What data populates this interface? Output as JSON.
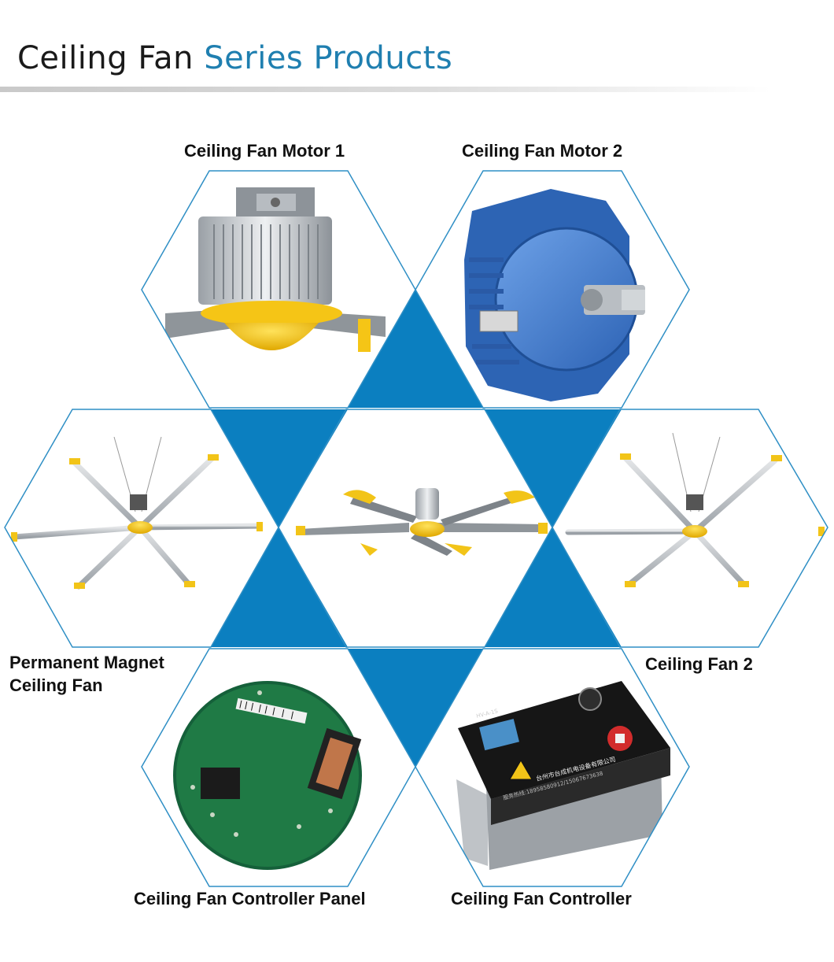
{
  "header": {
    "title_part1": "Ceiling Fan",
    "title_part2": "Series Products",
    "accent_color": "#1f7fb0"
  },
  "colors": {
    "hexagon_outline": "#2f8fc5",
    "triangle_fill": "#0b7fc0",
    "fan_blade_tip": "#f2c418",
    "motor_blue": "#3d7ccc",
    "pcb_green": "#1f7a45"
  },
  "products": [
    {
      "label": "Ceiling Fan Motor 1",
      "icon": "silver-motor-image"
    },
    {
      "label": "Ceiling Fan Motor 2",
      "icon": "blue-motor-image"
    },
    {
      "label": "Permanent Magnet\nCeiling Fan",
      "label_line1": "Permanent Magnet",
      "label_line2": "Ceiling Fan",
      "icon": "six-blade-fan-image"
    },
    {
      "label": "",
      "icon": "five-blade-fan-image"
    },
    {
      "label": "Ceiling Fan 2",
      "icon": "six-blade-fan-image"
    },
    {
      "label": "Ceiling Fan Controller Panel",
      "icon": "circuit-board-image"
    },
    {
      "label": "Ceiling Fan Controller",
      "icon": "controller-box-image"
    }
  ],
  "controller_text": {
    "model": "HV-A-1S",
    "company": "台州市台成机电设备有限公司",
    "hotline": "服务热线:18958580912/15067673638"
  }
}
